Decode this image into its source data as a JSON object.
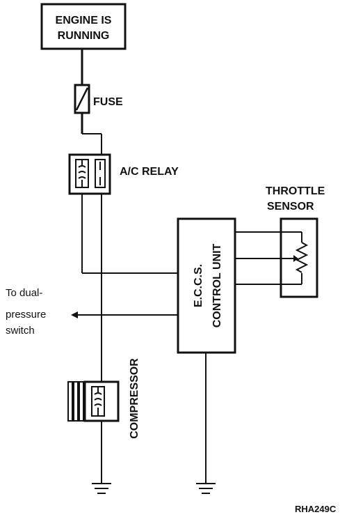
{
  "engine_box": {
    "line1": "ENGINE IS",
    "line2": "RUNNING"
  },
  "fuse": {
    "label": "FUSE"
  },
  "relay": {
    "label": "A/C RELAY"
  },
  "throttle": {
    "line1": "THROTTLE",
    "line2": "SENSOR"
  },
  "ecu": {
    "line1": "E.C.C.S.",
    "line2": "CONTROL UNIT"
  },
  "dual_pressure": {
    "line1": "To dual-",
    "line2": "pressure",
    "line3": "switch"
  },
  "compressor": {
    "label": "COMPRESSOR"
  },
  "figure_code": "RHA249C"
}
